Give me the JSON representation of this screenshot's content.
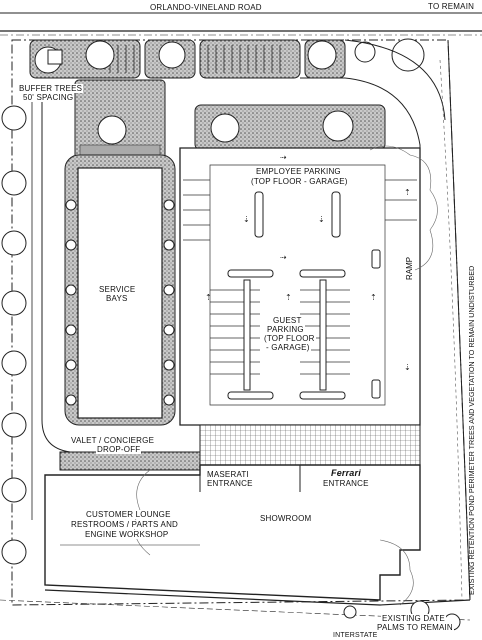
{
  "labels": {
    "road_top": "ORLANDO-VINELAND ROAD",
    "to_remain": "TO REMAIN",
    "buffer_trees_1": "BUFFER TREES",
    "buffer_trees_2": "50' SPACING",
    "employee_parking_1": "EMPLOYEE PARKING",
    "employee_parking_2": "(TOP FLOOR - GARAGE)",
    "service_bays_1": "SERVICE",
    "service_bays_2": "BAYS",
    "guest_parking_1": "GUEST",
    "guest_parking_2": "PARKING",
    "guest_parking_3": "(TOP FLOOR",
    "guest_parking_4": "- GARAGE)",
    "ramp": "RAMP",
    "valet_1": "VALET / CONCIERGE",
    "valet_2": "DROP-OFF",
    "maserati_1": "MASERATI",
    "maserati_2": "ENTRANCE",
    "ferrari_1": "Ferrari",
    "ferrari_2": "ENTRANCE",
    "lounge_1": "CUSTOMER LOUNGE",
    "lounge_2": "RESTROOMS / PARTS AND",
    "lounge_3": "ENGINE WORKSHOP",
    "showroom": "SHOWROOM",
    "date_palms_1": "EXISTING DATE",
    "date_palms_2": "PALMS TO REMAIN",
    "intersection": "INTERSTATE",
    "retention_pond": "EXISTING RETENTION POND PERIMETER TREES AND VEGETATION TO REMAIN UNDISTURBED"
  }
}
